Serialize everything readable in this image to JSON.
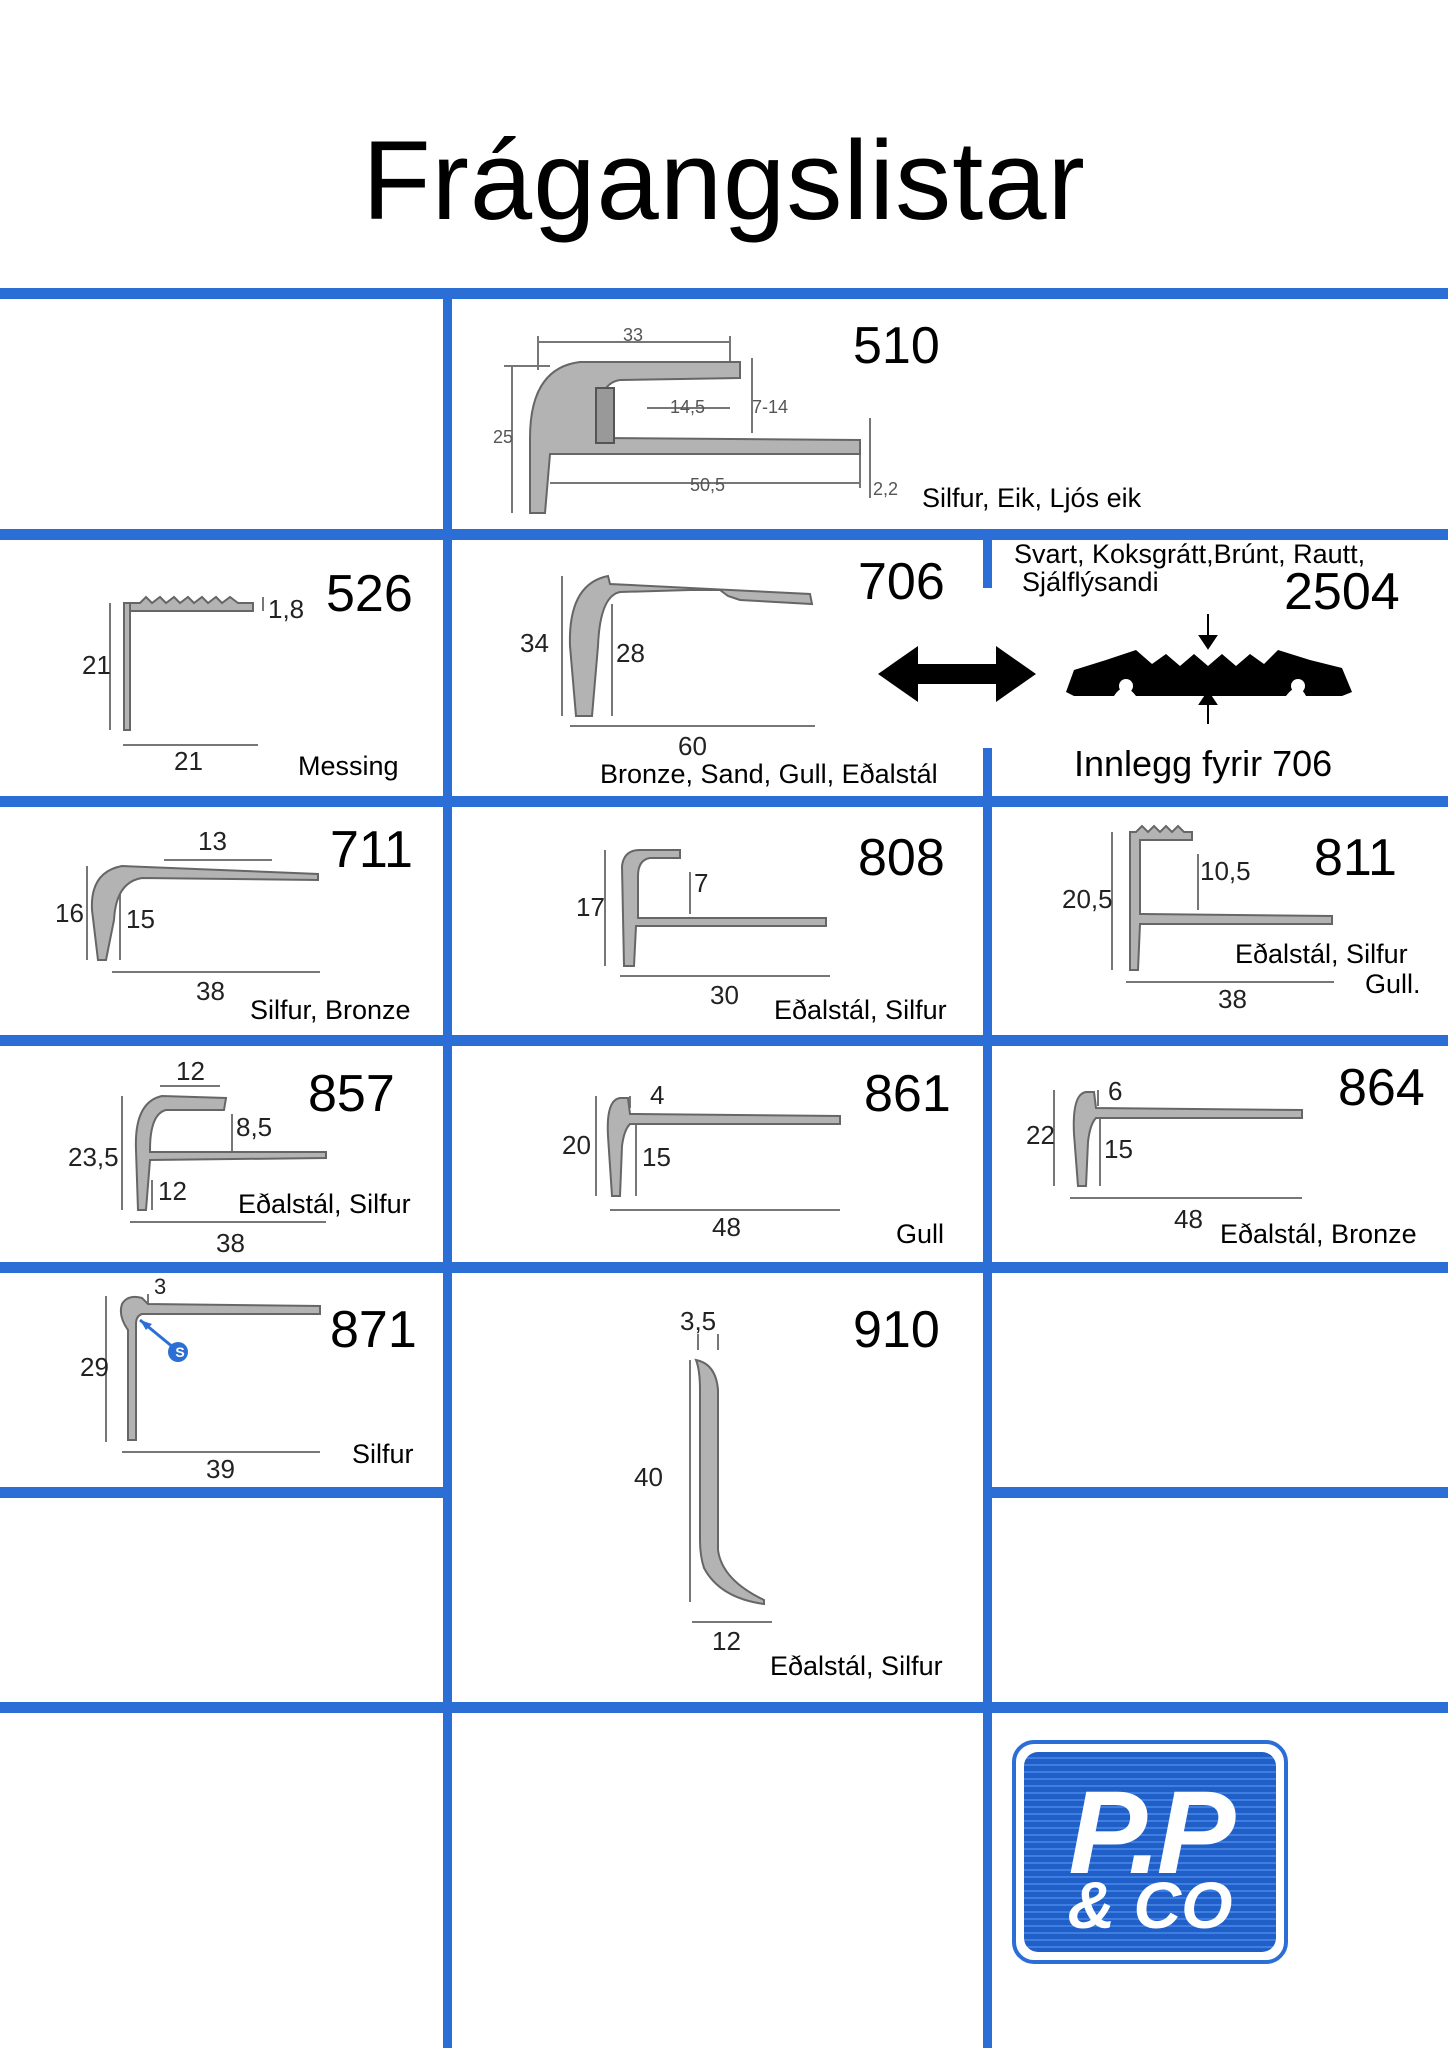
{
  "title": "Frágangslistar",
  "brand_color": "#2b6fd6",
  "profiles": {
    "p510": {
      "number": "510",
      "colors": "Silfur, Eik, Ljós eik",
      "dims": [
        "33",
        "14,5",
        "7-14",
        "25",
        "50,5",
        "2,2"
      ]
    },
    "p526": {
      "number": "526",
      "colors": "Messing",
      "dims": [
        "21",
        "21",
        "1,8"
      ]
    },
    "p706": {
      "number": "706",
      "colors": "Bronze, Sand, Gull, Eðalstál",
      "dims": [
        "34",
        "28",
        "60"
      ]
    },
    "p2504": {
      "number": "2504",
      "colors": "Svart, Koksgrátt,Brúnt, Rautt,",
      "colors2": "Sjálflýsandi",
      "insert": "Innlegg fyrir 706"
    },
    "p711": {
      "number": "711",
      "colors": "Silfur, Bronze",
      "dims": [
        "13",
        "16",
        "15",
        "38"
      ]
    },
    "p808": {
      "number": "808",
      "colors": "Eðalstál, Silfur",
      "dims": [
        "7",
        "17",
        "30"
      ]
    },
    "p811": {
      "number": "811",
      "colors": "Eðalstál, Silfur",
      "colors2": "Gull.",
      "dims": [
        "10,5",
        "20,5",
        "38"
      ]
    },
    "p857": {
      "number": "857",
      "colors": "Eðalstál, Silfur",
      "dims": [
        "12",
        "8,5",
        "23,5",
        "12",
        "38"
      ]
    },
    "p861": {
      "number": "861",
      "colors": "Gull",
      "dims": [
        "4",
        "20",
        "15",
        "48"
      ]
    },
    "p864": {
      "number": "864",
      "colors": "Eðalstál, Bronze",
      "dims": [
        "6",
        "22",
        "15",
        "48"
      ]
    },
    "p871": {
      "number": "871",
      "colors": "Silfur",
      "dims": [
        "3",
        "29",
        "39"
      ],
      "marker": "S"
    },
    "p910": {
      "number": "910",
      "colors": "Eðalstál, Silfur",
      "dims": [
        "3,5",
        "40",
        "12"
      ]
    }
  },
  "logo": {
    "line1": "P.P",
    "line2": "& CO"
  }
}
